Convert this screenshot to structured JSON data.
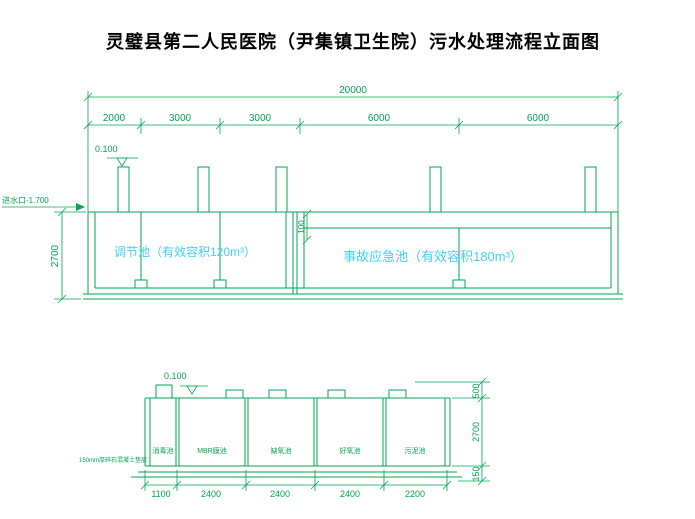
{
  "title": "灵璧县第二人民医院（尹集镇卫生院）污水处理流程立面图",
  "colors": {
    "line_green": "#00a651",
    "tank_label_cyan": "#3fd2f5",
    "title_black": "#000000",
    "background": "#ffffff"
  },
  "top_view": {
    "total_dim": "20000",
    "segment_dims": [
      "2000",
      "3000",
      "3000",
      "6000",
      "6000"
    ],
    "elevation_mark": "0.100",
    "inlet_label": "进水口-1.700",
    "height_dim": "2700",
    "freeboard_dim": "100",
    "tank_labels": [
      "调节池（有效容积120m³）",
      "事故应急池（有效容积180m³）"
    ]
  },
  "bottom_view": {
    "elevation_mark": "0.100",
    "compartment_labels": [
      "消毒池",
      "MBR膜池",
      "缺氧池",
      "好氧池",
      "污泥池"
    ],
    "base_note": "150mm厚碎石混凝土垫层",
    "bottom_dims": [
      "1100",
      "2400",
      "2400",
      "2400",
      "2200"
    ],
    "right_dims": [
      "500",
      "2700",
      "150"
    ]
  }
}
